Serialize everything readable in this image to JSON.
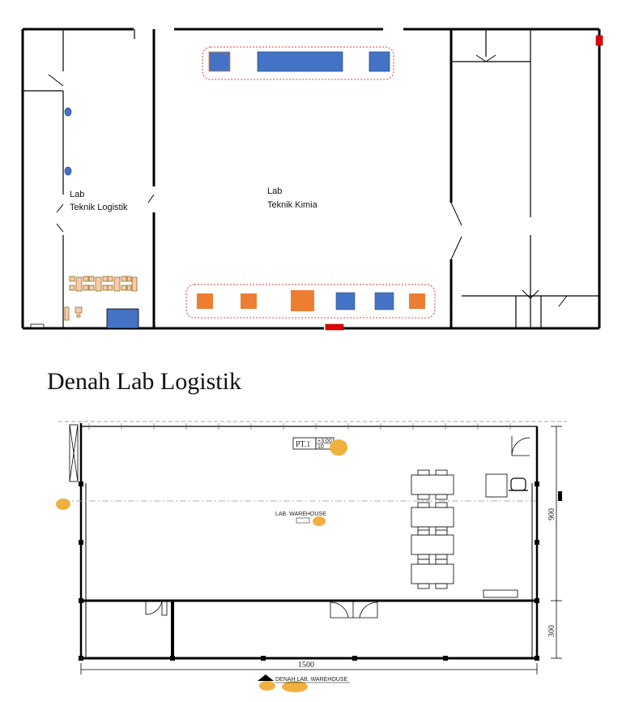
{
  "floor_plan_top": {
    "rooms": [
      {
        "line1": "Lab",
        "line2": "Teknik Logistik"
      },
      {
        "line1": "Lab",
        "line2": "Teknik Kimia"
      }
    ]
  },
  "heading": "Denah Lab Logistik",
  "floor_plan_bottom": {
    "room_label": "LAB. WAREHOUSE",
    "tag": {
      "code": "PT.1",
      "value_top": "+3.00",
      "value_bottom": "10"
    },
    "dimensions": {
      "width": "1500",
      "height_upper": "900",
      "height_lower": "300"
    },
    "caption": "DENAH LAB. WAREHOUSE"
  },
  "colors": {
    "blue": "#4472c4",
    "orange": "#ed7d31",
    "red": "#e00000",
    "marker": "#f0b040",
    "outline": "#e53935"
  }
}
